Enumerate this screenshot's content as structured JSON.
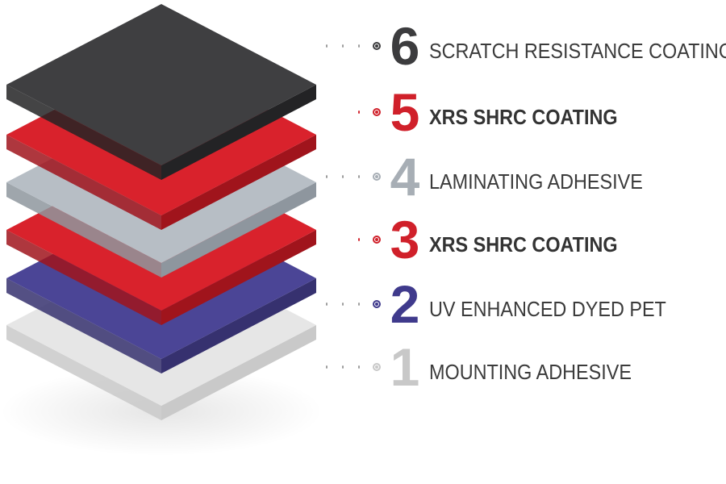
{
  "layers": [
    {
      "number": "6",
      "label": "SCRATCH RESISTANCE COATING",
      "bold": false,
      "number_color": "#3c3c3e",
      "top_color": "#3f3f41",
      "side_color": "#232325"
    },
    {
      "number": "5",
      "label": "XRS SHRC COATING",
      "bold": true,
      "number_color": "#d0202a",
      "top_color": "#d9222c",
      "side_color": "#a0141c"
    },
    {
      "number": "4",
      "label": "LAMINATING ADHESIVE",
      "bold": false,
      "number_color": "#a7aeb5",
      "top_color": "#b7bec5",
      "side_color": "#8e969e"
    },
    {
      "number": "3",
      "label": "XRS SHRC COATING",
      "bold": true,
      "number_color": "#d0202a",
      "top_color": "#d9222c",
      "side_color": "#a0141c"
    },
    {
      "number": "2",
      "label": "UV ENHANCED DYED PET",
      "bold": false,
      "number_color": "#3f3a8c",
      "top_color": "#4b4596",
      "side_color": "#36316f"
    },
    {
      "number": "1",
      "label": "MOUNTING ADHESIVE",
      "bold": false,
      "number_color": "#c8c8c8",
      "top_color": "#e6e6e6",
      "side_color": "#c9c9c9"
    }
  ]
}
